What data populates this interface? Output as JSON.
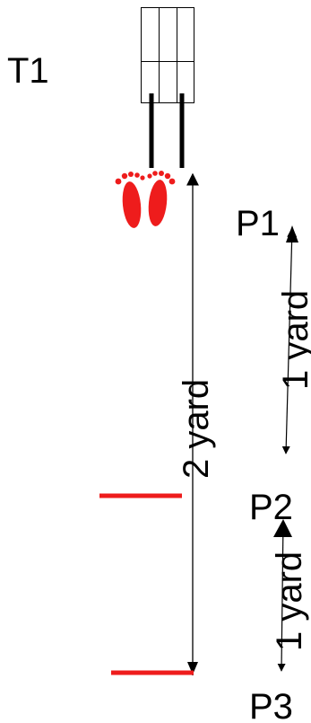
{
  "labels": {
    "table": "T1",
    "p1": "P1",
    "p2": "P2",
    "p3": "P3"
  },
  "measurements": {
    "main": "2 yard",
    "p1_to_p2": "1 yard",
    "p2_to_p3": "1 yard"
  },
  "icons": {
    "footprints": "footprints-icon"
  },
  "colors": {
    "line": "#000000",
    "accent": "#ee1c1c",
    "background": "#ffffff"
  }
}
